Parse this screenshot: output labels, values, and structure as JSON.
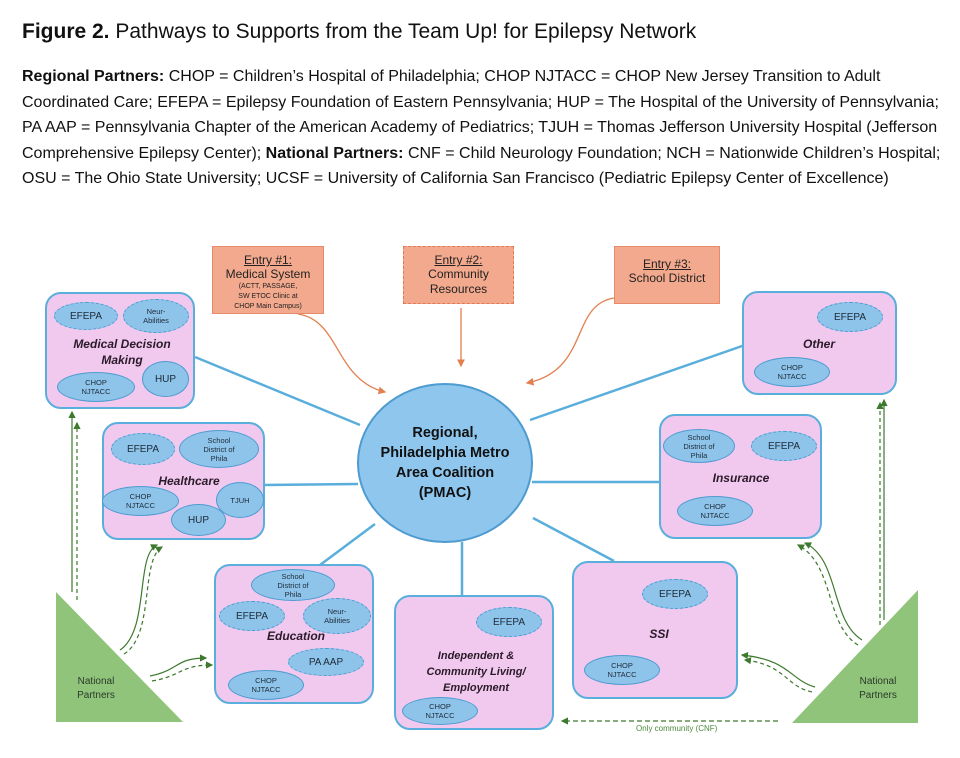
{
  "figure": {
    "label": "Figure 2.",
    "title": "Pathways to Supports from the Team Up! for Epilepsy Network"
  },
  "caption": {
    "regional_heading": "Regional Partners:",
    "regional_text": "CHOP = Children’s Hospital of Philadelphia; CHOP NJTACC = CHOP New Jersey Transition to Adult Coordinated Care; EFEPA = Epilepsy Foundation of Eastern Pennsylvania; HUP = The Hospital of the University of Pennsylvania; PA AAP = Pennsylvania Chapter of the American Academy of Pediatrics; TJUH = Thomas Jefferson University Hospital (Jefferson Comprehensive Epilepsy Center);",
    "national_heading": "National Partners:",
    "national_text": "CNF = Child Neurology Foundation; NCH = Nationwide Children’s Hospital; OSU = The Ohio State University; UCSF = University of California San Francisco (Pediatric Epilepsy Center of Excellence)"
  },
  "entries": [
    {
      "title": "Entry #1:",
      "main": "Medical System",
      "sub": [
        "(ACTT, PASSAGE,",
        "SW ETOC Clinic at",
        "CHOP Main Campus)"
      ]
    },
    {
      "title": "Entry #2:",
      "main": "Community Resources",
      "sub": []
    },
    {
      "title": "Entry #3:",
      "main": "School District",
      "sub": []
    }
  ],
  "hub": {
    "label": "Regional, Philadelphia Metro Area Coalition (PMAC)"
  },
  "domains": {
    "medical": {
      "label": "Medical Decision Making",
      "partners": [
        "EFEPA",
        "Neur-Abilities",
        "CHOP NJTACC",
        "HUP"
      ]
    },
    "healthcare": {
      "label": "Healthcare",
      "partners": [
        "EFEPA",
        "School District of Phila",
        "CHOP NJTACC",
        "HUP",
        "TJUH"
      ]
    },
    "education": {
      "label": "Education",
      "partners": [
        "School District of Phila",
        "EFEPA",
        "Neur-Abilities",
        "PA AAP",
        "CHOP NJTACC"
      ]
    },
    "independent": {
      "label": "Independent & Community Living/ Employment",
      "partners": [
        "EFEPA",
        "CHOP NJTACC"
      ]
    },
    "ssi": {
      "label": "SSI",
      "partners": [
        "EFEPA",
        "CHOP NJTACC"
      ]
    },
    "insurance": {
      "label": "Insurance",
      "partners": [
        "School District of Phila",
        "EFEPA",
        "CHOP NJTACC"
      ]
    },
    "other": {
      "label": "Other",
      "partners": [
        "EFEPA",
        "CHOP NJTACC"
      ]
    }
  },
  "national_partners": {
    "left_label": "National Partners",
    "right_label": "National Partners"
  },
  "notes": {
    "cnf_only": "Only community (CNF)"
  },
  "colors": {
    "entry_fill": "#f3a98d",
    "domain_fill": "#f1c9ee",
    "domain_border": "#5aaedc",
    "partner_fill": "#8ec4ea",
    "hub_fill": "#8ec6ee",
    "national_fill": "#8fc47a",
    "entry_arrow": "#e2804f",
    "national_arrow": "#3d7a2e"
  }
}
